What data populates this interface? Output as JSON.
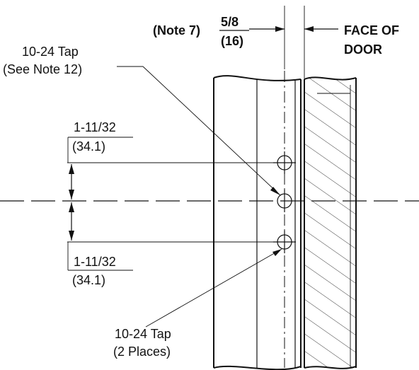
{
  "labels": {
    "note7_prefix": "(Note 7)",
    "note7_fraction_top": "5/8",
    "note7_fraction_bottom": "(16)",
    "face_of_door_line1": "FACE OF",
    "face_of_door_line2": "DOOR",
    "tap_top_line1": "10-24 Tap",
    "tap_top_line2": "(See Note 12)",
    "dim_upper_fraction": "1-11/32",
    "dim_upper_metric": "(34.1)",
    "dim_lower_fraction": "1-11/32",
    "dim_lower_metric": "(34.1)",
    "tap_bottom_line1": "10-24 Tap",
    "tap_bottom_line2": "(2 Places)"
  }
}
